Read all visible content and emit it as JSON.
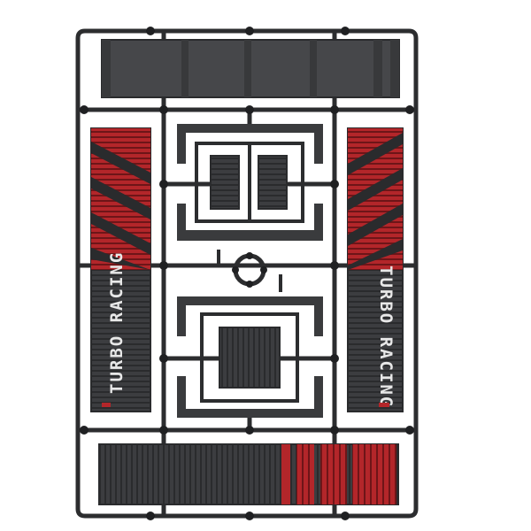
{
  "photo": {
    "subject": "plastic model kit sprue with container wall panels",
    "panel_text_left": "TURBO RACING",
    "panel_text_right": "TURBO RACING"
  },
  "colors": {
    "background": "#ffffff",
    "sprue_frame": "#2c2d2f",
    "panel_dark": "#3a3b3d",
    "panel_mid": "#48494c",
    "accent_red": "#b3262a",
    "label_text": "#e8e8e8"
  }
}
